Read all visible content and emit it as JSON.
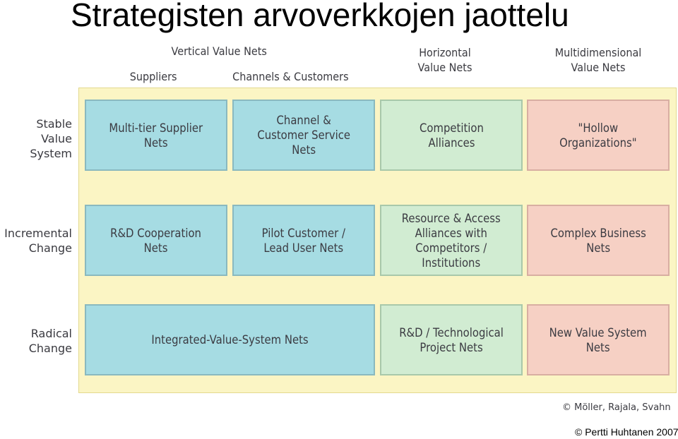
{
  "title": "Strategisten arvoverkkojen jaottelu",
  "columns": {
    "vertical": "Vertical Value Nets",
    "suppliers": "Suppliers",
    "channels": "Channels & Customers",
    "horizontal": "Horizontal\nValue Nets",
    "multidimensional": "Multidimensional\nValue Nets"
  },
  "rows": {
    "stable": "Stable\nValue System",
    "incremental": "Incremental\nChange",
    "radical": "Radical\nChange"
  },
  "cells": {
    "r1c1": "Multi-tier Supplier\nNets",
    "r1c2": "Channel &\nCustomer Service\nNets",
    "r1c3": "Competition\nAlliances",
    "r1c4": "\"Hollow\nOrganizations\"",
    "r2c1": "R&D Cooperation\nNets",
    "r2c2": "Pilot Customer /\nLead User Nets",
    "r2c3": "Resource & Access\nAlliances with\nCompetitors /\nInstitutions",
    "r2c4": "Complex Business\nNets",
    "r3c12": "Integrated-Value-System Nets",
    "r3c3": "R&D / Technological\nProject Nets",
    "r3c4": "New Value System\nNets"
  },
  "credits": {
    "source": "© Möller, Rajala, Svahn",
    "author": "© Pertti Huhtanen 2007"
  },
  "colors": {
    "panel": "#fbf5c4",
    "vertical_cells": "#a6dce3",
    "horizontal_cells": "#d1ecd2",
    "multidimensional_cells": "#f6d0c4"
  }
}
